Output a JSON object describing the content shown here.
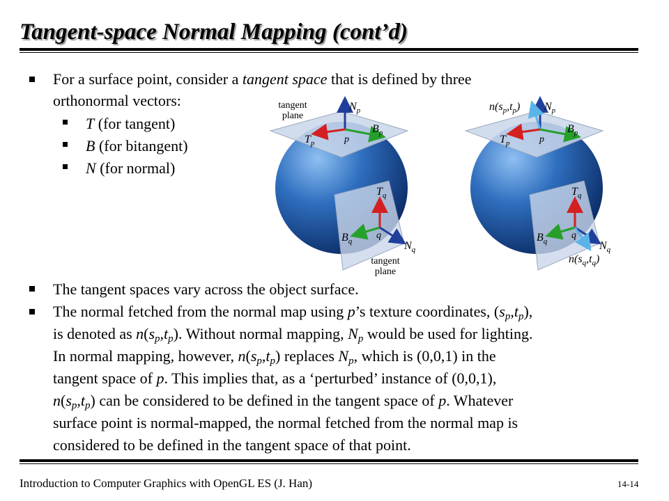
{
  "title": "Tangent-space Normal Mapping (cont’d)",
  "intro": {
    "part1": "For a surface point, consider a ",
    "em": "tangent space",
    "part2": " that is defined by three",
    "line2": "orthonormal vectors:"
  },
  "sub_items": [
    {
      "sym": "T",
      "text": " (for tangent)"
    },
    {
      "sym": "B",
      "text": " (for bitangent)"
    },
    {
      "sym": "N",
      "text": " (for normal)"
    }
  ],
  "bullet2": "The tangent spaces vary across the object surface.",
  "bullet3": {
    "l1a": "The normal fetched from the normal map using ",
    "p": "p",
    "l1b": "’s texture coordinates, (",
    "s": "s",
    "t": "t",
    "sub_p": "p",
    "comma": ",",
    "close": "),",
    "l2a": "is denoted as ",
    "n": "n",
    "l2b": "). Without normal mapping, ",
    "N": "N",
    "l2c": " would be used for lighting.",
    "l3a": "In normal mapping, however, ",
    "l3b": ") replaces ",
    "l3c": ", which is (0,0,1) in the",
    "l4a": "tangent space of ",
    "l4b": ". This implies that, as a ‘perturbed’ instance of (0,0,1),",
    "l5b": ") can be considered to be defined in the tangent space of ",
    "l5c": ". Whatever",
    "l6": "surface point is normal-mapped, the normal fetched from the normal map is",
    "l7": "considered to be defined in the tangent space of that point.",
    "open": "("
  },
  "figure": {
    "tangent_plane_top": [
      "tangent",
      "plane"
    ],
    "tangent_plane_bottom": [
      "tangent",
      "plane"
    ],
    "Np": "N",
    "Bp": "B",
    "Tp": "T",
    "p": "p",
    "Tq": "T",
    "Bq": "B",
    "Nq": "N",
    "q": "q",
    "sub_p": "p",
    "sub_q": "q",
    "n_sp_tp": "n(s",
    "n_sq_tq": "n(s",
    "colors": {
      "sphere": "#2f6fbf",
      "normal": "#1f3f9a",
      "tangent": "#d42020",
      "bitangent": "#26a02a",
      "perturbed": "#5ab4e8",
      "plane": "#c9d6ea"
    }
  },
  "footer": "Introduction to Computer Graphics with OpenGL ES (J. Han)",
  "page_number": "14-14"
}
